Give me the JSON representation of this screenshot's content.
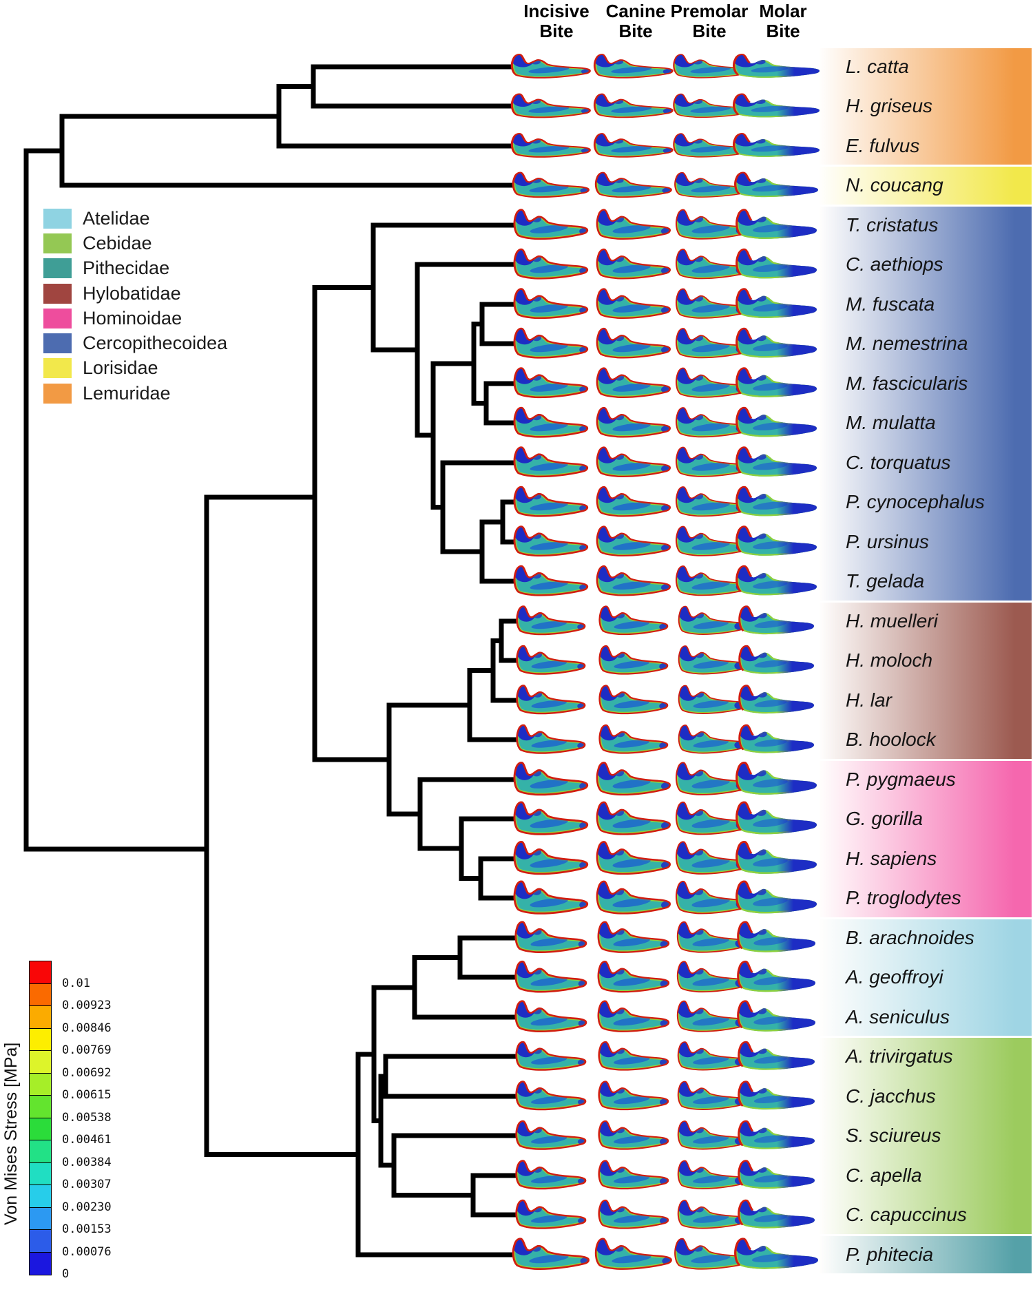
{
  "figure": {
    "description": "Phylogenetic tree of primates with finite-element Von Mises stress maps of mandibles for four bite types"
  },
  "columns": [
    {
      "line1": "Incisive",
      "line2": "Bite"
    },
    {
      "line1": "Canine",
      "line2": "Bite"
    },
    {
      "line1": "Premolar",
      "line2": "Bite"
    },
    {
      "line1": "Molar",
      "line2": "Bite"
    }
  ],
  "legend": {
    "items": [
      {
        "label": "Atelidae",
        "color": "#8fd3e2"
      },
      {
        "label": "Cebidae",
        "color": "#94c854"
      },
      {
        "label": "Pithecidae",
        "color": "#3f9e96"
      },
      {
        "label": "Hylobatidae",
        "color": "#a04540"
      },
      {
        "label": "Hominoidae",
        "color": "#ee4d9d"
      },
      {
        "label": "Cercopithecoidea",
        "color": "#4d6cb0"
      },
      {
        "label": "Lorisidae",
        "color": "#f2e84b"
      },
      {
        "label": "Lemuridae",
        "color": "#f29a44"
      }
    ]
  },
  "colorbar": {
    "title": "Von Mises Stress [MPa]",
    "labels": [
      "0.01",
      "0.00923",
      "0.00846",
      "0.00769",
      "0.00692",
      "0.00615",
      "0.00538",
      "0.00461",
      "0.00384",
      "0.00307",
      "0.00230",
      "0.00153",
      "0.00076",
      "0"
    ],
    "colors": [
      "#f90607",
      "#fa6a00",
      "#fbab00",
      "#fdee00",
      "#ddf42a",
      "#a6ee28",
      "#63e42e",
      "#2bdc3a",
      "#22e186",
      "#20dec2",
      "#27cdea",
      "#2c99f2",
      "#2c5ce9",
      "#1b17df"
    ]
  },
  "species": [
    {
      "name": "L. catta",
      "family": "Lemuridae"
    },
    {
      "name": "H. griseus",
      "family": "Lemuridae"
    },
    {
      "name": "E. fulvus",
      "family": "Lemuridae"
    },
    {
      "name": "N. coucang",
      "family": "Lorisidae"
    },
    {
      "name": "T. cristatus",
      "family": "Cercopithecoidea"
    },
    {
      "name": "C. aethiops",
      "family": "Cercopithecoidea"
    },
    {
      "name": "M. fuscata",
      "family": "Cercopithecoidea"
    },
    {
      "name": "M. nemestrina",
      "family": "Cercopithecoidea"
    },
    {
      "name": "M. fascicularis",
      "family": "Cercopithecoidea"
    },
    {
      "name": "M. mulatta",
      "family": "Cercopithecoidea"
    },
    {
      "name": "C. torquatus",
      "family": "Cercopithecoidea"
    },
    {
      "name": "P. cynocephalus",
      "family": "Cercopithecoidea"
    },
    {
      "name": "P. ursinus",
      "family": "Cercopithecoidea"
    },
    {
      "name": "T. gelada",
      "family": "Cercopithecoidea"
    },
    {
      "name": "H. muelleri",
      "family": "Hylobatidae"
    },
    {
      "name": "H. moloch",
      "family": "Hylobatidae"
    },
    {
      "name": "H. lar",
      "family": "Hylobatidae"
    },
    {
      "name": "B. hoolock",
      "family": "Hylobatidae"
    },
    {
      "name": "P. pygmaeus",
      "family": "Hominoidae"
    },
    {
      "name": "G. gorilla",
      "family": "Hominoidae"
    },
    {
      "name": "H. sapiens",
      "family": "Hominoidae"
    },
    {
      "name": "P. troglodytes",
      "family": "Hominoidae"
    },
    {
      "name": "B. arachnoides",
      "family": "Atelidae"
    },
    {
      "name": "A. geoffroyi",
      "family": "Atelidae"
    },
    {
      "name": "A. seniculus",
      "family": "Atelidae"
    },
    {
      "name": "A. trivirgatus",
      "family": "Cebidae"
    },
    {
      "name": "C. jacchus",
      "family": "Cebidae"
    },
    {
      "name": "S. sciureus",
      "family": "Cebidae"
    },
    {
      "name": "C. apella",
      "family": "Cebidae"
    },
    {
      "name": "C. capuccinus",
      "family": "Cebidae"
    },
    {
      "name": "P. phitecia",
      "family": "Pithecidae"
    }
  ],
  "families": [
    {
      "name": "Lemuridae",
      "color": "#f29a44",
      "rows": [
        0,
        2
      ]
    },
    {
      "name": "Lorisidae",
      "color": "#f2e84b",
      "rows": [
        3,
        3
      ]
    },
    {
      "name": "Cercopithecoidea",
      "color": "#4d6cb0",
      "rows": [
        4,
        13
      ]
    },
    {
      "name": "Hylobatidae",
      "color": "#9c5a50",
      "rows": [
        14,
        17
      ]
    },
    {
      "name": "Hominoidae",
      "color": "#f567ae",
      "rows": [
        18,
        21
      ]
    },
    {
      "name": "Atelidae",
      "color": "#9fd5e4",
      "rows": [
        22,
        24
      ]
    },
    {
      "name": "Cebidae",
      "color": "#9ccb5e",
      "rows": [
        25,
        29
      ]
    },
    {
      "name": "Pithecidae",
      "color": "#55a1a8",
      "rows": [
        30,
        30
      ]
    }
  ],
  "tree": {
    "segments": [
      [
        455,
        97,
        758,
        97
      ],
      [
        455,
        154,
        758,
        154
      ],
      [
        405,
        212,
        758,
        212
      ],
      [
        90,
        269,
        758,
        269
      ],
      [
        542,
        327,
        758,
        327
      ],
      [
        606,
        384,
        758,
        384
      ],
      [
        700,
        442,
        758,
        442
      ],
      [
        700,
        499,
        758,
        499
      ],
      [
        706,
        557,
        758,
        557
      ],
      [
        706,
        614,
        758,
        614
      ],
      [
        643,
        672,
        758,
        672
      ],
      [
        730,
        729,
        758,
        729
      ],
      [
        730,
        787,
        758,
        787
      ],
      [
        700,
        844,
        758,
        844
      ],
      [
        728,
        902,
        758,
        902
      ],
      [
        728,
        959,
        758,
        959
      ],
      [
        716,
        1017,
        758,
        1017
      ],
      [
        682,
        1074,
        758,
        1074
      ],
      [
        610,
        1132,
        758,
        1132
      ],
      [
        670,
        1189,
        758,
        1189
      ],
      [
        698,
        1247,
        758,
        1247
      ],
      [
        698,
        1304,
        758,
        1304
      ],
      [
        668,
        1362,
        758,
        1362
      ],
      [
        668,
        1419,
        758,
        1419
      ],
      [
        602,
        1477,
        758,
        1477
      ],
      [
        560,
        1534,
        758,
        1534
      ],
      [
        560,
        1592,
        758,
        1592
      ],
      [
        572,
        1649,
        758,
        1649
      ],
      [
        687,
        1707,
        758,
        1707
      ],
      [
        687,
        1764,
        758,
        1764
      ],
      [
        520,
        1822,
        758,
        1822
      ],
      [
        455,
        97,
        455,
        154
      ],
      [
        405,
        125.5,
        405,
        212
      ],
      [
        90,
        169,
        90,
        269
      ],
      [
        38,
        219,
        38,
        1233
      ],
      [
        542,
        327,
        542,
        508
      ],
      [
        606,
        384,
        606,
        632
      ],
      [
        629,
        528,
        629,
        736.5
      ],
      [
        688,
        470.5,
        688,
        585.5
      ],
      [
        700,
        442,
        700,
        499
      ],
      [
        706,
        557,
        706,
        614
      ],
      [
        643,
        672,
        643,
        801
      ],
      [
        700,
        758,
        700,
        844
      ],
      [
        730,
        729,
        730,
        787
      ],
      [
        457,
        417.5,
        457,
        1103
      ],
      [
        565,
        1024,
        565,
        1182
      ],
      [
        682,
        973.5,
        682,
        1074
      ],
      [
        716,
        930.5,
        716,
        1017
      ],
      [
        728,
        902,
        728,
        959
      ],
      [
        610,
        1132,
        610,
        1232
      ],
      [
        670,
        1189,
        670,
        1275.5
      ],
      [
        698,
        1247,
        698,
        1304
      ],
      [
        300,
        722,
        300,
        1676.5
      ],
      [
        520,
        1531,
        520,
        1822
      ],
      [
        543,
        1434,
        543,
        1627.5
      ],
      [
        602,
        1390.5,
        602,
        1477
      ],
      [
        668,
        1362,
        668,
        1419
      ],
      [
        553,
        1563,
        553,
        1692
      ],
      [
        560,
        1534,
        560,
        1592
      ],
      [
        572,
        1649,
        572,
        1735.5
      ],
      [
        687,
        1707,
        687,
        1764
      ],
      [
        405,
        125.5,
        455,
        125.5
      ],
      [
        90,
        169,
        405,
        169
      ],
      [
        38,
        219,
        90,
        219
      ],
      [
        457,
        417.5,
        542,
        417.5
      ],
      [
        542,
        508,
        606,
        508
      ],
      [
        606,
        632,
        629,
        632
      ],
      [
        629,
        528,
        688,
        528
      ],
      [
        688,
        470.5,
        700,
        470.5
      ],
      [
        688,
        585.5,
        706,
        585.5
      ],
      [
        629,
        736.5,
        643,
        736.5
      ],
      [
        643,
        801,
        700,
        801
      ],
      [
        700,
        758,
        730,
        758
      ],
      [
        300,
        722,
        457,
        722
      ],
      [
        457,
        1103,
        565,
        1103
      ],
      [
        565,
        1024,
        682,
        1024
      ],
      [
        682,
        973.5,
        716,
        973.5
      ],
      [
        716,
        930.5,
        728,
        930.5
      ],
      [
        565,
        1182,
        610,
        1182
      ],
      [
        610,
        1232,
        670,
        1232
      ],
      [
        670,
        1275.5,
        698,
        1275.5
      ],
      [
        38,
        1233,
        300,
        1233
      ],
      [
        300,
        1676.5,
        520,
        1676.5
      ],
      [
        520,
        1531,
        543,
        1531
      ],
      [
        543,
        1434,
        602,
        1434
      ],
      [
        602,
        1390.5,
        668,
        1390.5
      ],
      [
        543,
        1627.5,
        553,
        1627.5
      ],
      [
        553,
        1563,
        560,
        1563
      ],
      [
        553,
        1692,
        572,
        1692
      ],
      [
        572,
        1735.5,
        687,
        1735.5
      ]
    ]
  }
}
